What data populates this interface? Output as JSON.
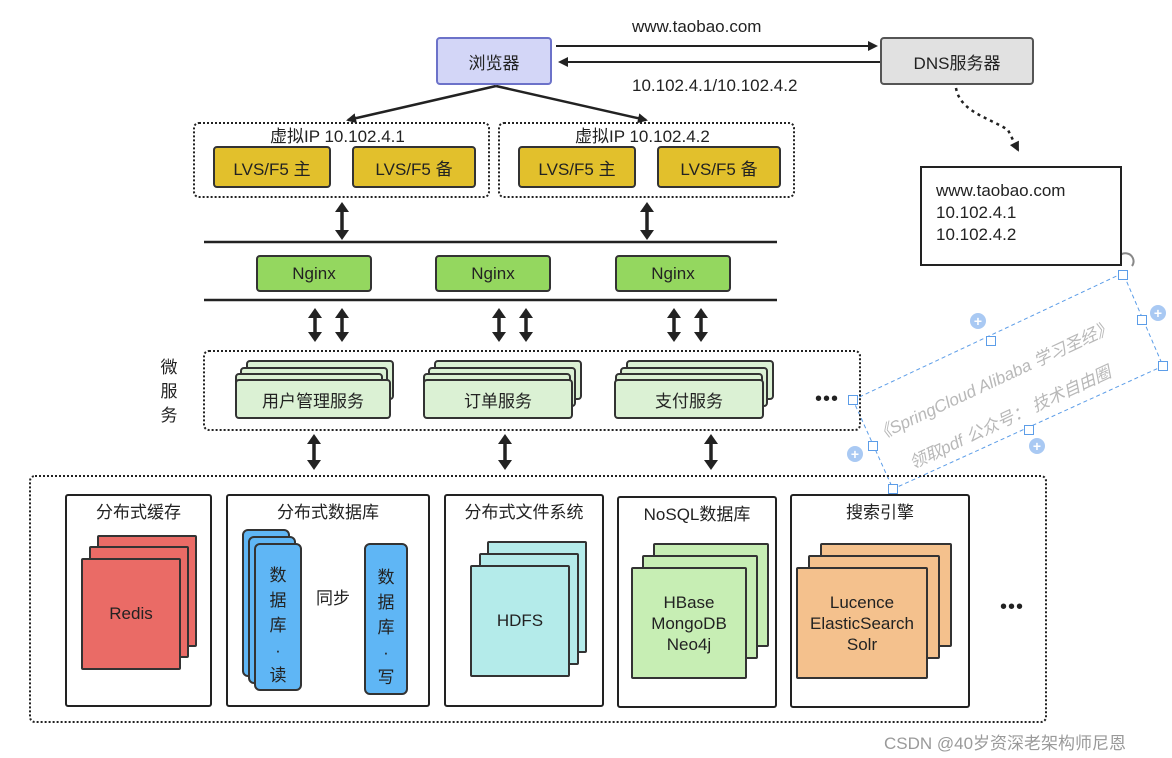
{
  "top": {
    "browser": "浏览器",
    "dns_server": "DNS服务器",
    "request_domain": "www.taobao.com",
    "response_ips": "10.102.4.1/10.102.4.2"
  },
  "dns_record": [
    "www.taobao.com",
    "10.102.4.1",
    "10.102.4.2"
  ],
  "lvs_groups": [
    {
      "title": "虚拟IP 10.102.4.1",
      "master": "LVS/F5 主",
      "backup": "LVS/F5 备"
    },
    {
      "title": "虚拟IP 10.102.4.2",
      "master": "LVS/F5 主",
      "backup": "LVS/F5 备"
    }
  ],
  "nginx": [
    "Nginx",
    "Nginx",
    "Nginx"
  ],
  "microservice": {
    "label_chars": [
      "微",
      "服",
      "务"
    ],
    "services": [
      "用户管理服务",
      "订单服务",
      "支付服务"
    ],
    "more": "•••"
  },
  "storage": {
    "more": "•••",
    "cache": {
      "title": "分布式缓存",
      "content": "Redis",
      "color": "#ea6b66"
    },
    "database": {
      "title": "分布式数据库",
      "read_chars": [
        "数",
        "据",
        "库",
        "·",
        "读"
      ],
      "write_chars": [
        "数",
        "据",
        "库",
        "·",
        "写"
      ],
      "sync": "同步",
      "color": "#5fb6f5"
    },
    "filesystem": {
      "title": "分布式文件系统",
      "content": "HDFS",
      "color": "#b4ebea"
    },
    "nosql": {
      "title": "NoSQL数据库",
      "lines": [
        "HBase",
        "MongoDB",
        "Neo4j"
      ],
      "color": "#c7eeb4"
    },
    "search": {
      "title": "搜索引擎",
      "lines": [
        "Lucence",
        "ElasticSearch",
        "Solr"
      ],
      "color": "#f4c18d"
    }
  },
  "watermark": {
    "line1": "《SpringCloud Alibaba 学习圣经》",
    "line2": "领取pdf 公众号： 技术自由圈"
  },
  "footer": "CSDN @40岁资深老架构师尼恩"
}
